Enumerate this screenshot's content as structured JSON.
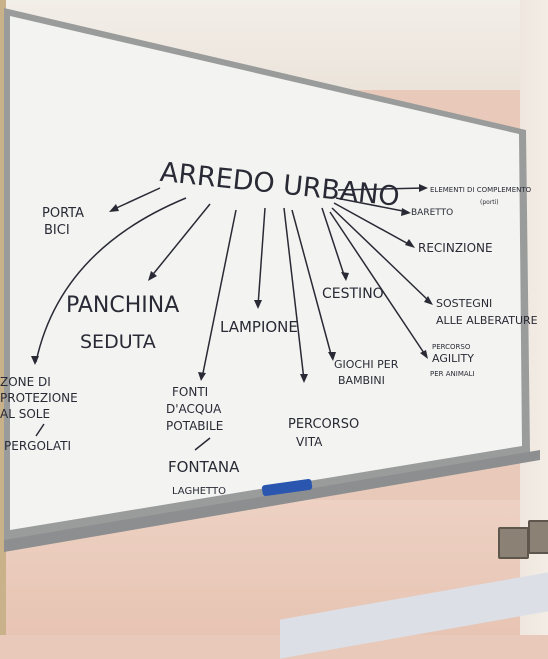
{
  "board": {
    "title": "ARREDO URBANO",
    "items": {
      "elementi": "ELEMENTI DI COMPLEMENTO",
      "elementi_sub": "(porti)",
      "baretto": "BARETTO",
      "recinzione": "RECINZIONE",
      "sostegni_1": "SOSTEGNI",
      "sostegni_2": "ALLE ALBERATURE",
      "percorso_agility_1": "PERCORSO",
      "percorso_agility_2": "AGILITY",
      "percorso_agility_3": "PER ANIMALI",
      "cestino": "CESTINO",
      "giochi_1": "GIOCHI PER",
      "giochi_2": "BAMBINI",
      "percorso_vita_1": "PERCORSO",
      "percorso_vita_2": "VITA",
      "lampione": "LAMPIONE",
      "fonti_1": "FONTI",
      "fonti_2": "D'ACQUA",
      "fonti_3": "POTABILE",
      "fontana": "FONTANA",
      "laghetto": "LAGHETTO",
      "panchina": "PANCHINA",
      "seduta": "SEDUTA",
      "porta_1": "PORTA",
      "porta_2": "BICI",
      "zone_1": "ZONE DI",
      "zone_2": "PROTEZIONE",
      "zone_3": "AL SOLE",
      "pergolati": "PERGOLATI"
    }
  },
  "colors": {
    "board": "#f3f4f1",
    "frame": "#9a9c9c",
    "ink": "#2a2a36",
    "marker": "#2b56b0",
    "wall": "#e9c9b9"
  }
}
